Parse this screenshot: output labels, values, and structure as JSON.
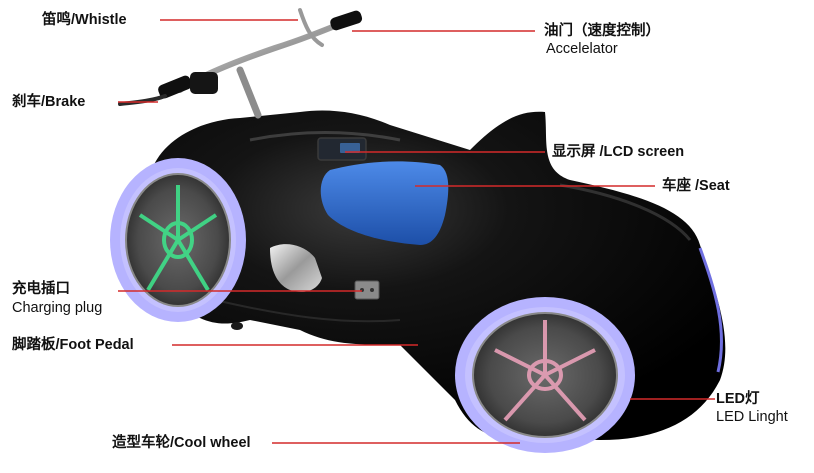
{
  "labels": {
    "whistle": "笛鸣/Whistle",
    "accelerator_cn": "油门（速度控制）",
    "accelerator_en": "Accelelator",
    "brake": "刹车/Brake",
    "lcd": "显示屏 /LCD screen",
    "seat": "车座 /Seat",
    "charging_cn": "充电插口",
    "charging_en": "Charging plug",
    "pedal": "脚踏板/Foot Pedal",
    "led_cn": "LED灯",
    "led_en": "LED Linght",
    "wheel": "造型车轮/Cool wheel"
  },
  "colors": {
    "leader_line": "#d42a2a",
    "body": "#0a0a0a",
    "seat": "#2f6fd6",
    "tire_glow": "#a9a8ff",
    "front_spoke": "#3fe08a",
    "rear_spoke": "#e8a0b8"
  }
}
